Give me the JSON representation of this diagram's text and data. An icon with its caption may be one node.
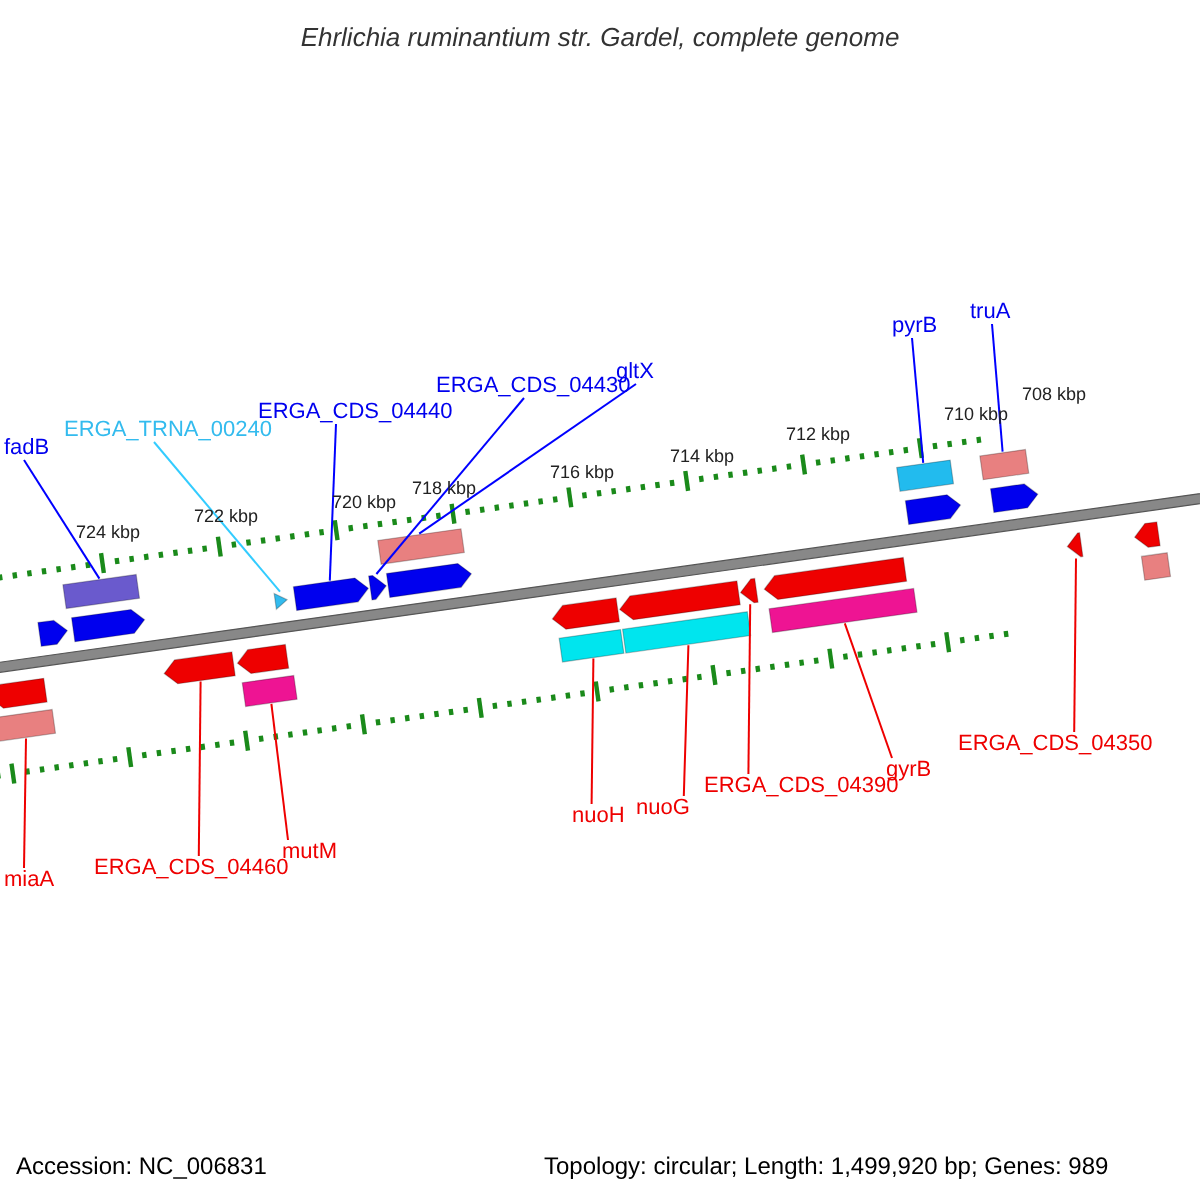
{
  "diagram": {
    "title": "Ehrlichia ruminantium str. Gardel, complete genome",
    "nodes": [
      {
        "text": [
          "fadB"
        ]
      },
      {
        "text": [
          "ERGA_TRNA_00240"
        ]
      },
      {
        "text": [
          "ERGA_CDS_04440"
        ]
      },
      {
        "text": [
          "ERGA_CDS_04430"
        ]
      },
      {
        "text": [
          "gltX"
        ]
      },
      {
        "text": [
          "pyrB"
        ]
      },
      {
        "text": [
          "truA"
        ]
      },
      {
        "text": [
          "miaA"
        ]
      },
      {
        "text": [
          "ERGA_CDS_04460"
        ]
      },
      {
        "text": [
          "mutM"
        ]
      },
      {
        "text": [
          "nuoH"
        ]
      },
      {
        "text": [
          "nuoG"
        ]
      },
      {
        "text": [
          "ERGA_CDS_04390"
        ]
      },
      {
        "text": [
          "gyrB"
        ]
      },
      {
        "text": [
          "ERGA_CDS_04350"
        ]
      },
      {
        "text": [],
        "shape": "pentagon"
      },
      {
        "text": [],
        "shape": "box"
      },
      {
        "text": [],
        "shape": "pentagon"
      },
      {
        "text": [],
        "shape": "triangle"
      },
      {
        "text": [],
        "shape": "pentagon"
      },
      {
        "text": [],
        "shape": "pentagon"
      },
      {
        "text": [],
        "shape": "box"
      },
      {
        "text": [],
        "shape": "pentagon"
      },
      {
        "text": [],
        "shape": "box"
      },
      {
        "text": [],
        "shape": "pentagon"
      },
      {
        "text": [],
        "shape": "box"
      },
      {
        "text": [],
        "shape": "pentagon"
      },
      {
        "text": [],
        "shape": "pentagon"
      },
      {
        "text": [],
        "shape": "box"
      },
      {
        "text": [],
        "shape": "pentagon"
      },
      {
        "text": [],
        "shape": "pentagon"
      },
      {
        "text": [],
        "shape": "box"
      },
      {
        "text": [],
        "shape": "pentagon"
      },
      {
        "text": [],
        "shape": "box"
      },
      {
        "text": [],
        "shape": "pentagon"
      },
      {
        "text": [],
        "shape": "box"
      },
      {
        "text": [],
        "shape": "triangle"
      },
      {
        "text": [],
        "shape": "pentagon"
      },
      {
        "text": [],
        "shape": "box"
      },
      {
        "text": [],
        "shape": "triangle"
      },
      {
        "text": [],
        "shape": "pentagon"
      },
      {
        "text": [],
        "shape": "box"
      }
    ],
    "edges": [
      {
        "from": 0,
        "to": 16,
        "arrow": "none",
        "color": "#0000ff"
      },
      {
        "from": 1,
        "to": 18,
        "arrow": "none",
        "color": "#33ccff"
      },
      {
        "from": 2,
        "to": 19,
        "arrow": "none",
        "color": "#0000ff"
      },
      {
        "from": 3,
        "to": 20,
        "arrow": "none",
        "color": "#0000ff"
      },
      {
        "from": 4,
        "to": 21,
        "arrow": "none",
        "color": "#0000ff"
      },
      {
        "from": 5,
        "to": 23,
        "arrow": "none",
        "color": "#0000ff"
      },
      {
        "from": 6,
        "to": 25,
        "arrow": "none",
        "color": "#0000ff"
      },
      {
        "from": 7,
        "to": 28,
        "arrow": "none"
      },
      {
        "from": 8,
        "to": 29,
        "arrow": "none"
      },
      {
        "from": 9,
        "to": 31,
        "arrow": "none"
      },
      {
        "from": 10,
        "to": 33,
        "arrow": "none"
      },
      {
        "from": 11,
        "to": 35,
        "arrow": "none"
      },
      {
        "from": 12,
        "to": 36,
        "arrow": "none"
      },
      {
        "from": 13,
        "to": 38,
        "arrow": "none"
      },
      {
        "from": 14,
        "to": 39,
        "arrow": "none"
      }
    ],
    "labels": [
      "724 kbp",
      "722 kbp",
      "720 kbp",
      "718 kbp",
      "716 kbp",
      "714 kbp",
      "712 kbp",
      "710 kbp",
      "708 kbp",
      "Accession: NC_006831",
      "Topology: circular; Length: 1,499,920 bp; Genes: 989"
    ]
  }
}
